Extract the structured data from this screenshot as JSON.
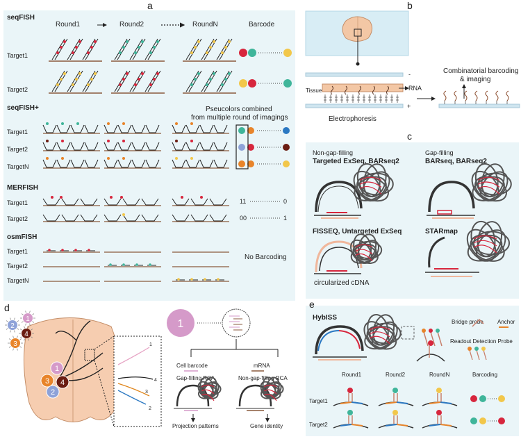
{
  "panels": {
    "a": "a",
    "b": "b",
    "c": "c",
    "d": "d",
    "e": "e"
  },
  "panel_a": {
    "seqfish": {
      "title": "seqFISH",
      "rounds": [
        "Round1",
        "Round2",
        "RoundN"
      ],
      "barcode_label": "Barcode",
      "targets": [
        "Target1",
        "Target2"
      ]
    },
    "seqfish_plus": {
      "title": "seqFISH+",
      "note_line1": "Pseucolors combined",
      "note_line2": "from multiple round of imagings",
      "targets": [
        "Target1",
        "Target2",
        "TargetN"
      ]
    },
    "merfish": {
      "title": "MERFISH",
      "targets": [
        "Target1",
        "Target2"
      ],
      "codes": [
        {
          "start": "11",
          "end": "0"
        },
        {
          "start": "00",
          "end": "1"
        }
      ]
    },
    "osmfish": {
      "title": "osmFISH",
      "targets": [
        "Target1",
        "Target2",
        "TargetN"
      ],
      "no_barcoding": "No Barcoding"
    }
  },
  "panel_b": {
    "tissue": "Tissue",
    "rna": "RNA",
    "minus": "-",
    "plus": "+",
    "electrophoresis": "Electrophoresis",
    "combo_line1": "Combinatorial barcoding",
    "combo_line2": "& imaging"
  },
  "panel_c": {
    "nongap_line1": "Non-gap-filling",
    "nongap_line2": "Targeted ExSeq, BARseq2",
    "gap_line1": "Gap-filling",
    "gap_line2": "BARseq, BARseq2",
    "fisseq": "FISSEQ, Untargeted ExSeq",
    "starmap": "STARmap",
    "circ": "circularized cDNA"
  },
  "panel_d": {
    "neurons": [
      "1",
      "2",
      "3",
      "4"
    ],
    "cell_barcode": "Cell barcode",
    "mrna": "mRNA",
    "gap_rca": "Gap-filling RCA",
    "nongap_rca": "Non-gap-filling RCA",
    "projection": "Projection patterns",
    "gene_identity": "Gene identity"
  },
  "panel_e": {
    "title": "HybISS",
    "bridge": "Bridge probe",
    "anchor": "Anchor",
    "readout": "Readout Detection Probe",
    "rounds": [
      "Round1",
      "Round2",
      "RoundN"
    ],
    "barcoding": "Barcoding",
    "targets": [
      "Target1",
      "Target2"
    ]
  },
  "colors": {
    "panel_bg": "#eaf5f8",
    "red": "#d7263d",
    "teal": "#3fb59a",
    "yellow": "#f2c74a",
    "blue": "#2b78c2",
    "orange": "#e8842a",
    "brown": "#6b1d12",
    "lavender": "#8ea2d8",
    "pink": "#d59ac9",
    "mrna_brown": "#8a5a3c"
  }
}
